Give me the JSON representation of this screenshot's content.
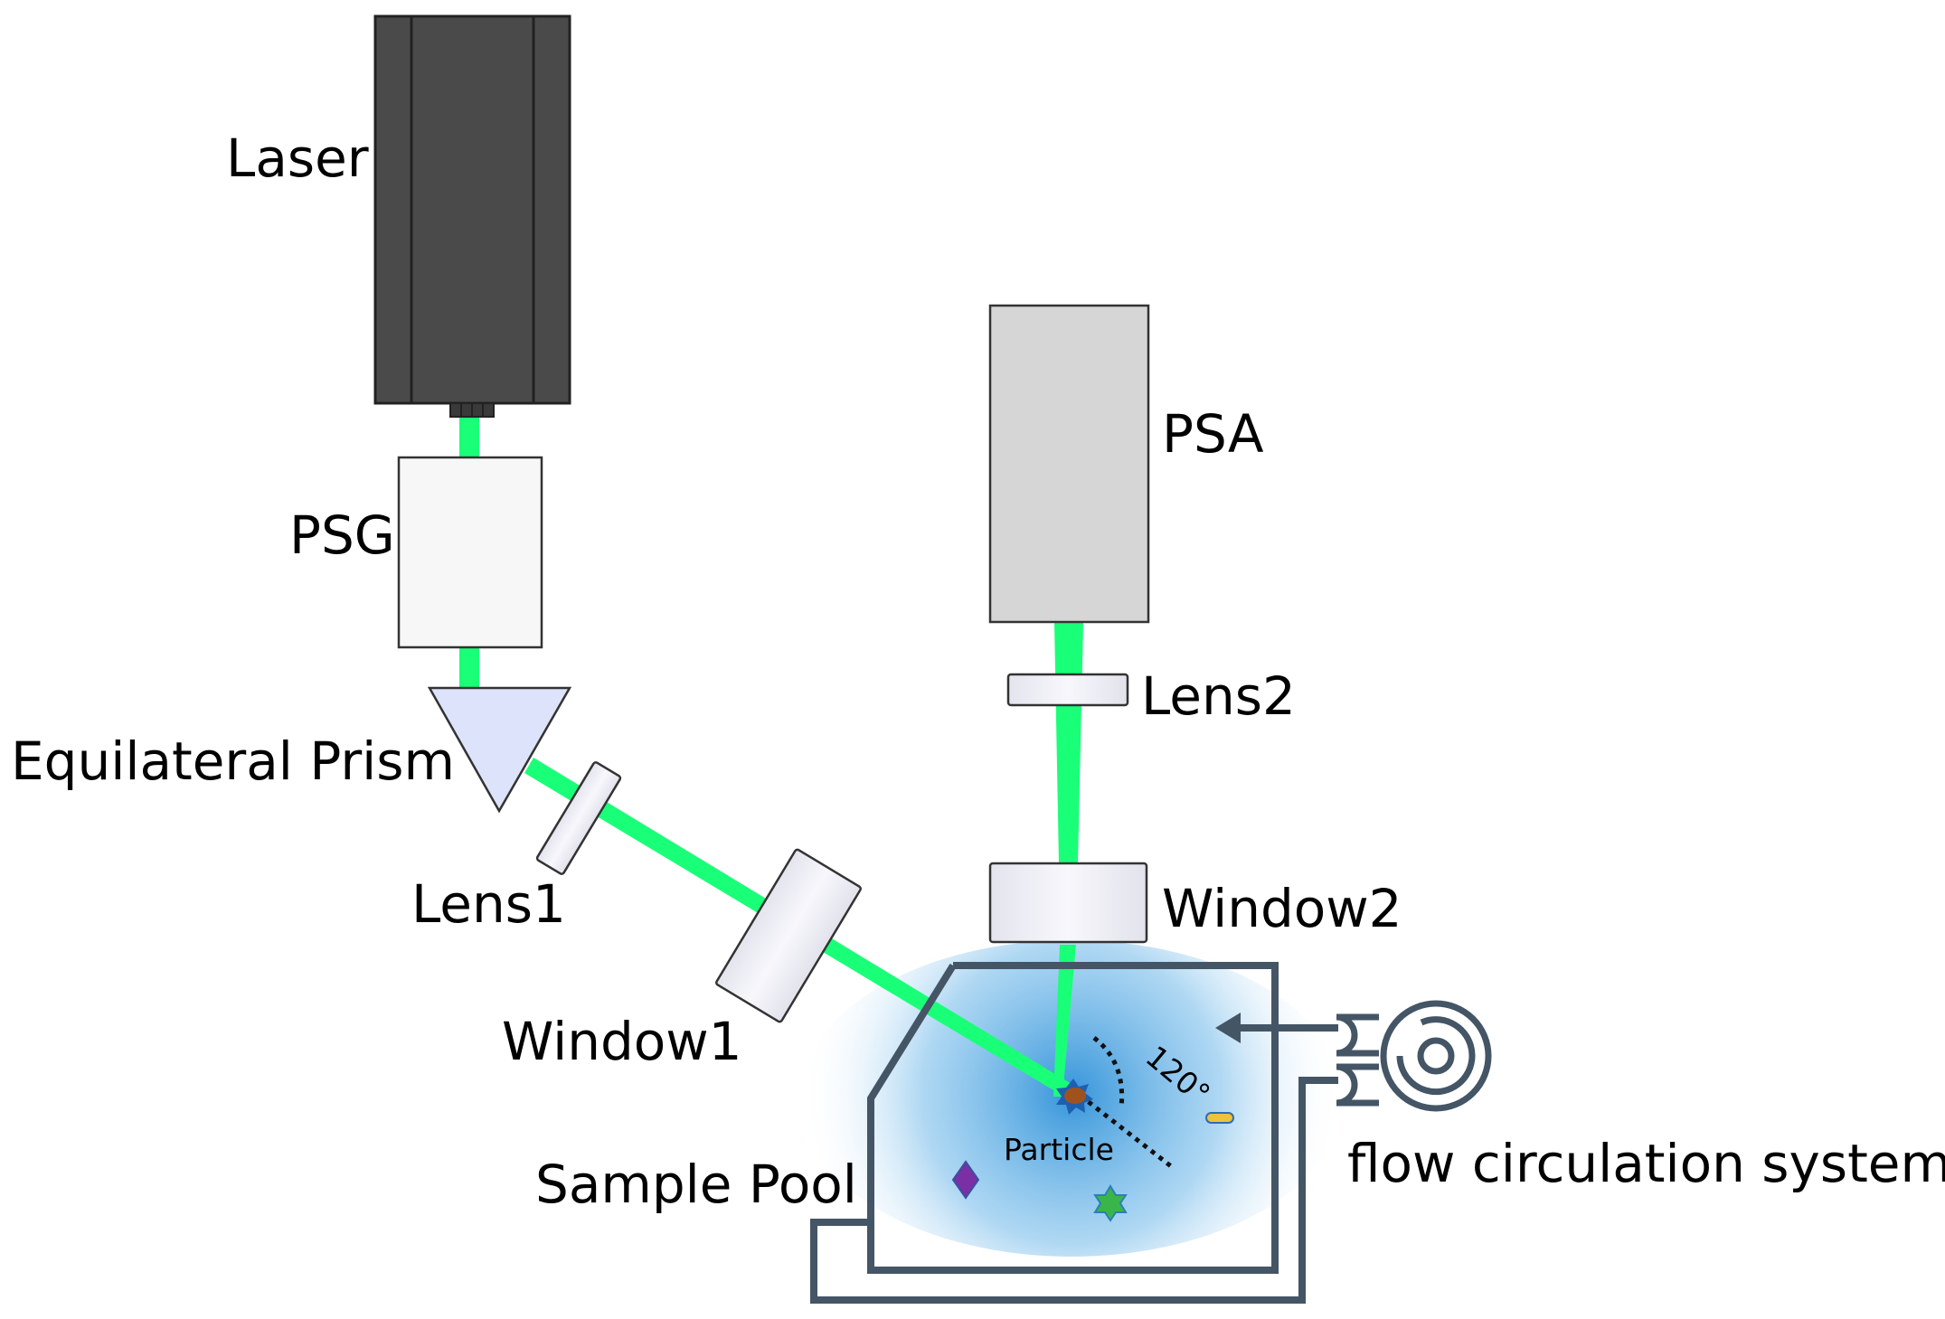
{
  "labels": {
    "laser": "Laser",
    "psg": "PSG",
    "prism": "Equilateral Prism",
    "lens1": "Lens1",
    "window1": "Window1",
    "psa": "PSA",
    "lens2": "Lens2",
    "window2": "Window2",
    "sample_pool": "Sample Pool",
    "particle": "Particle",
    "angle": "120°",
    "flow": "flow circulation system"
  },
  "colors": {
    "beam": "#1aff78",
    "laser_body": "#4a4a4a",
    "psa_body": "#d6d6d6",
    "prism_fill": "#dde3fb",
    "pool_outline": "#445566",
    "pool_liquid": "#2a8fd8"
  }
}
